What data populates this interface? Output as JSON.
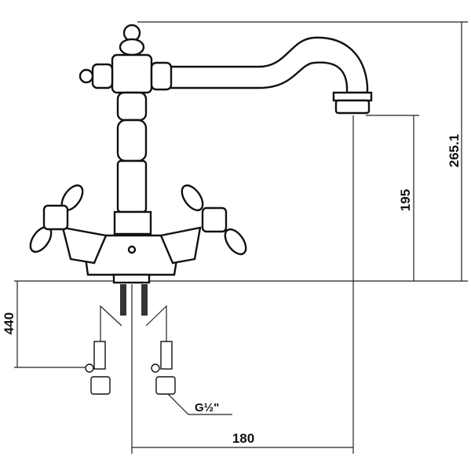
{
  "dimensions": {
    "overall_height": "265.1",
    "spout_height": "195",
    "hose_length": "440",
    "spout_reach": "180",
    "thread": "G½\""
  },
  "colors": {
    "line": "#111111",
    "background": "#ffffff"
  }
}
